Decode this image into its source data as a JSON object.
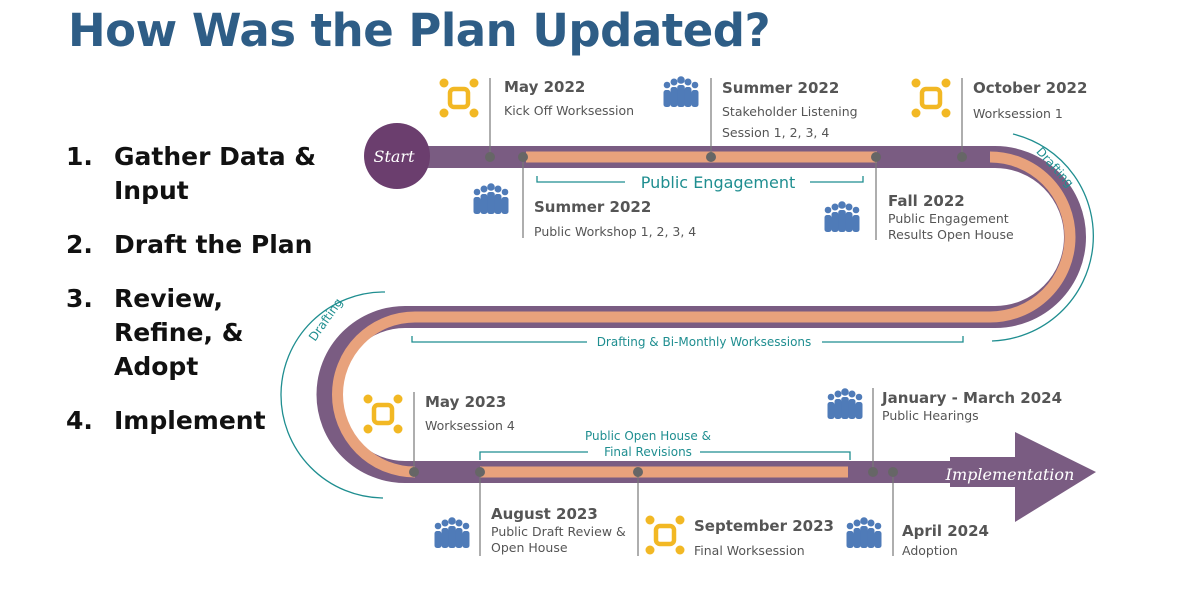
{
  "title": "How Was the Plan Updated?",
  "steps": [
    {
      "num": "1.",
      "text": "Gather Data & Input"
    },
    {
      "num": "2.",
      "text": "Draft the Plan"
    },
    {
      "num": "3.",
      "text": "Review, Refine, & Adopt"
    },
    {
      "num": "4.",
      "text": "Implement"
    }
  ],
  "timeline": {
    "start_label": "Start",
    "end_label": "Implementation",
    "phases": {
      "public_engagement": "Public Engagement",
      "drafting_right": "Drafting",
      "drafting_biweekly": "Drafting & Bi-Monthly Worksessions",
      "drafting_left": "Drafting",
      "open_house_line1": "Public Open House &",
      "open_house_line2": "Final Revisions"
    },
    "events": [
      {
        "date": "May 2022",
        "desc1": "Kick Off Worksession",
        "desc2": "",
        "icon": "worksession-icon"
      },
      {
        "date": "Summer 2022",
        "desc1": "Public Workshop 1, 2, 3, 4",
        "desc2": "",
        "icon": "people-icon"
      },
      {
        "date": "Summer 2022",
        "desc1": "Stakeholder Listening",
        "desc2": "Session 1, 2, 3, 4",
        "icon": "people-icon"
      },
      {
        "date": "Fall 2022",
        "desc1": "Public Engagement",
        "desc2": "Results Open House",
        "icon": "people-icon"
      },
      {
        "date": "October 2022",
        "desc1": "Worksession 1",
        "desc2": "",
        "icon": "worksession-icon"
      },
      {
        "date": "May 2023",
        "desc1": "Worksession 4",
        "desc2": "",
        "icon": "worksession-icon"
      },
      {
        "date": "August 2023",
        "desc1": "Public Draft Review &",
        "desc2": "Open House",
        "icon": "people-icon"
      },
      {
        "date": "September 2023",
        "desc1": "Final Worksession",
        "desc2": "",
        "icon": "worksession-icon"
      },
      {
        "date": "January - March 2024",
        "desc1": "Public Hearings",
        "desc2": "",
        "icon": "people-icon"
      },
      {
        "date": "April 2024",
        "desc1": "Adoption",
        "desc2": "",
        "icon": "people-icon"
      }
    ]
  },
  "colors": {
    "title": "#2e5d86",
    "track": "#7a5c82",
    "fill": "#e8a27c",
    "start_circle": "#6b3e6e",
    "teal": "#1f8e90",
    "worksession_icon": "#f2b824",
    "people_icon": "#4f7bb8",
    "text": "#555555"
  }
}
